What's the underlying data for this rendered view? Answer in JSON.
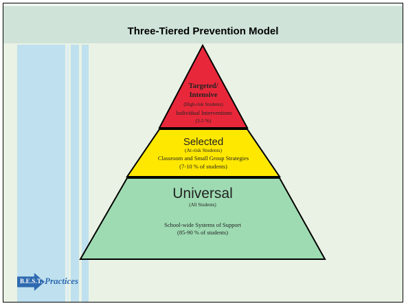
{
  "title": "Three-Tiered Prevention Model",
  "colors": {
    "top": "#e8283a",
    "middle": "#ffe800",
    "bottom": "#9edbb2"
  },
  "tiers": {
    "top": {
      "name_line1": "Targeted/",
      "name_line2": "Intensive",
      "audience": "(High-risk Students)",
      "strategy": "Individual Interventions",
      "percent": "(3-5 %)"
    },
    "middle": {
      "name": "Selected",
      "audience": "(At-risk Students)",
      "strategy": "Classroom and  Small Group Strategies",
      "percent": "(7-10 % of students)"
    },
    "bottom": {
      "name": "Universal",
      "audience": "(All Students)",
      "strategy": "School-wide Systems of Support",
      "percent": "(85-90 % of students)"
    }
  },
  "logo": {
    "best": "B.E.S.T.",
    "practices": "Practices"
  }
}
